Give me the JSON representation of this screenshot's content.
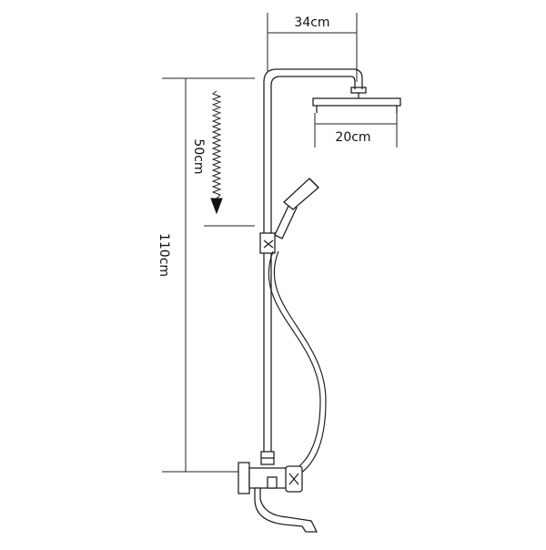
{
  "diagram": {
    "dimensions": {
      "top_width": "34cm",
      "head_diameter": "20cm",
      "total_height": "110cm",
      "slide_range": "50cm"
    }
  }
}
